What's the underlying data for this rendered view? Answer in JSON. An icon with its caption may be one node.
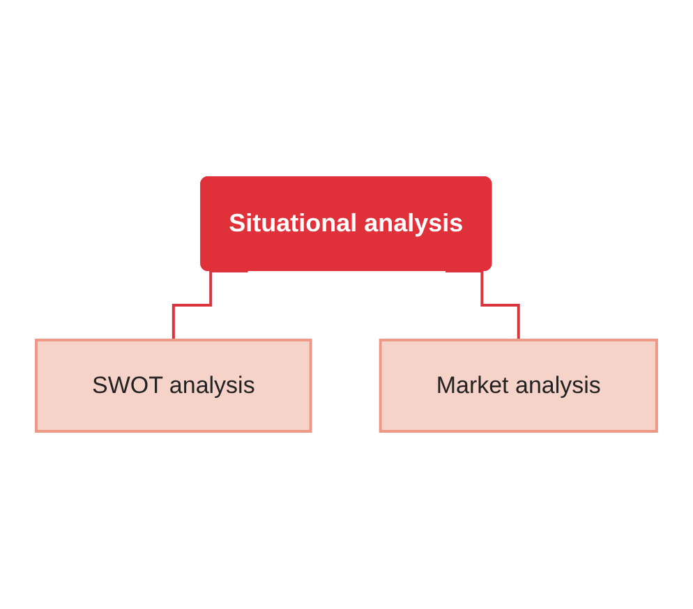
{
  "diagram": {
    "nodes": [
      {
        "text": [
          "Situational analysis"
        ]
      },
      {
        "text": [
          "SWOT analysis"
        ]
      },
      {
        "text": [
          "Market analysis"
        ]
      }
    ],
    "edges": [
      {
        "from": 0,
        "to": 1,
        "arrow": "none"
      },
      {
        "from": 0,
        "to": 2,
        "arrow": "none"
      }
    ]
  }
}
